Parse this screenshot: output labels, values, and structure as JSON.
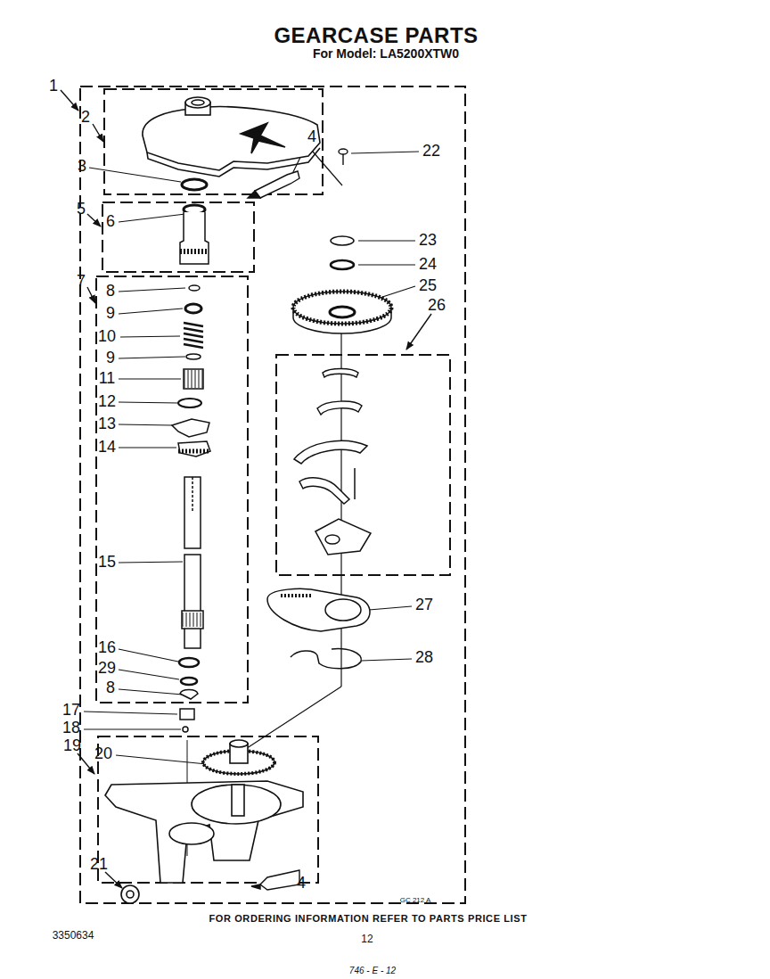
{
  "diagram": {
    "title": "GEARCASE PARTS",
    "caption": "FOR ORDERING INFORMATION REFER TO PARTS PRICE LIST",
    "labels": [
      "For Model: LA5200XTW0",
      "1",
      "2",
      "3",
      "4",
      "22",
      "5",
      "6",
      "23",
      "24",
      "25",
      "7",
      "8",
      "26",
      "9",
      "10",
      "9",
      "11",
      "12",
      "13",
      "14",
      "15",
      "27",
      "28",
      "16",
      "29",
      "8",
      "17",
      "18",
      "19",
      "20",
      "21",
      "4",
      "GC 212 A",
      "3350634",
      "12",
      "746 - E - 12"
    ]
  }
}
